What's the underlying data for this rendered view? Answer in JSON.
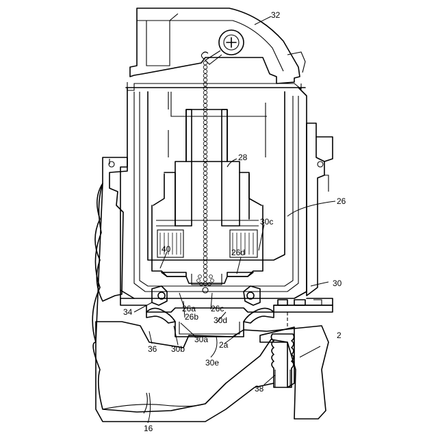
{
  "labels": {
    "l32": "32",
    "l28": "28",
    "l26": "26",
    "l30c": "30c",
    "l40": "40",
    "l26d": "26d",
    "l30": "30",
    "l34": "34",
    "l26a": "26a",
    "l26c": "26c",
    "l26b": "26b",
    "l30d": "30d",
    "l2": "2",
    "l30a": "30a",
    "l2a": "2a",
    "l36": "36",
    "l30b": "30b",
    "l30e": "30e",
    "l38": "38",
    "l16": "16"
  }
}
